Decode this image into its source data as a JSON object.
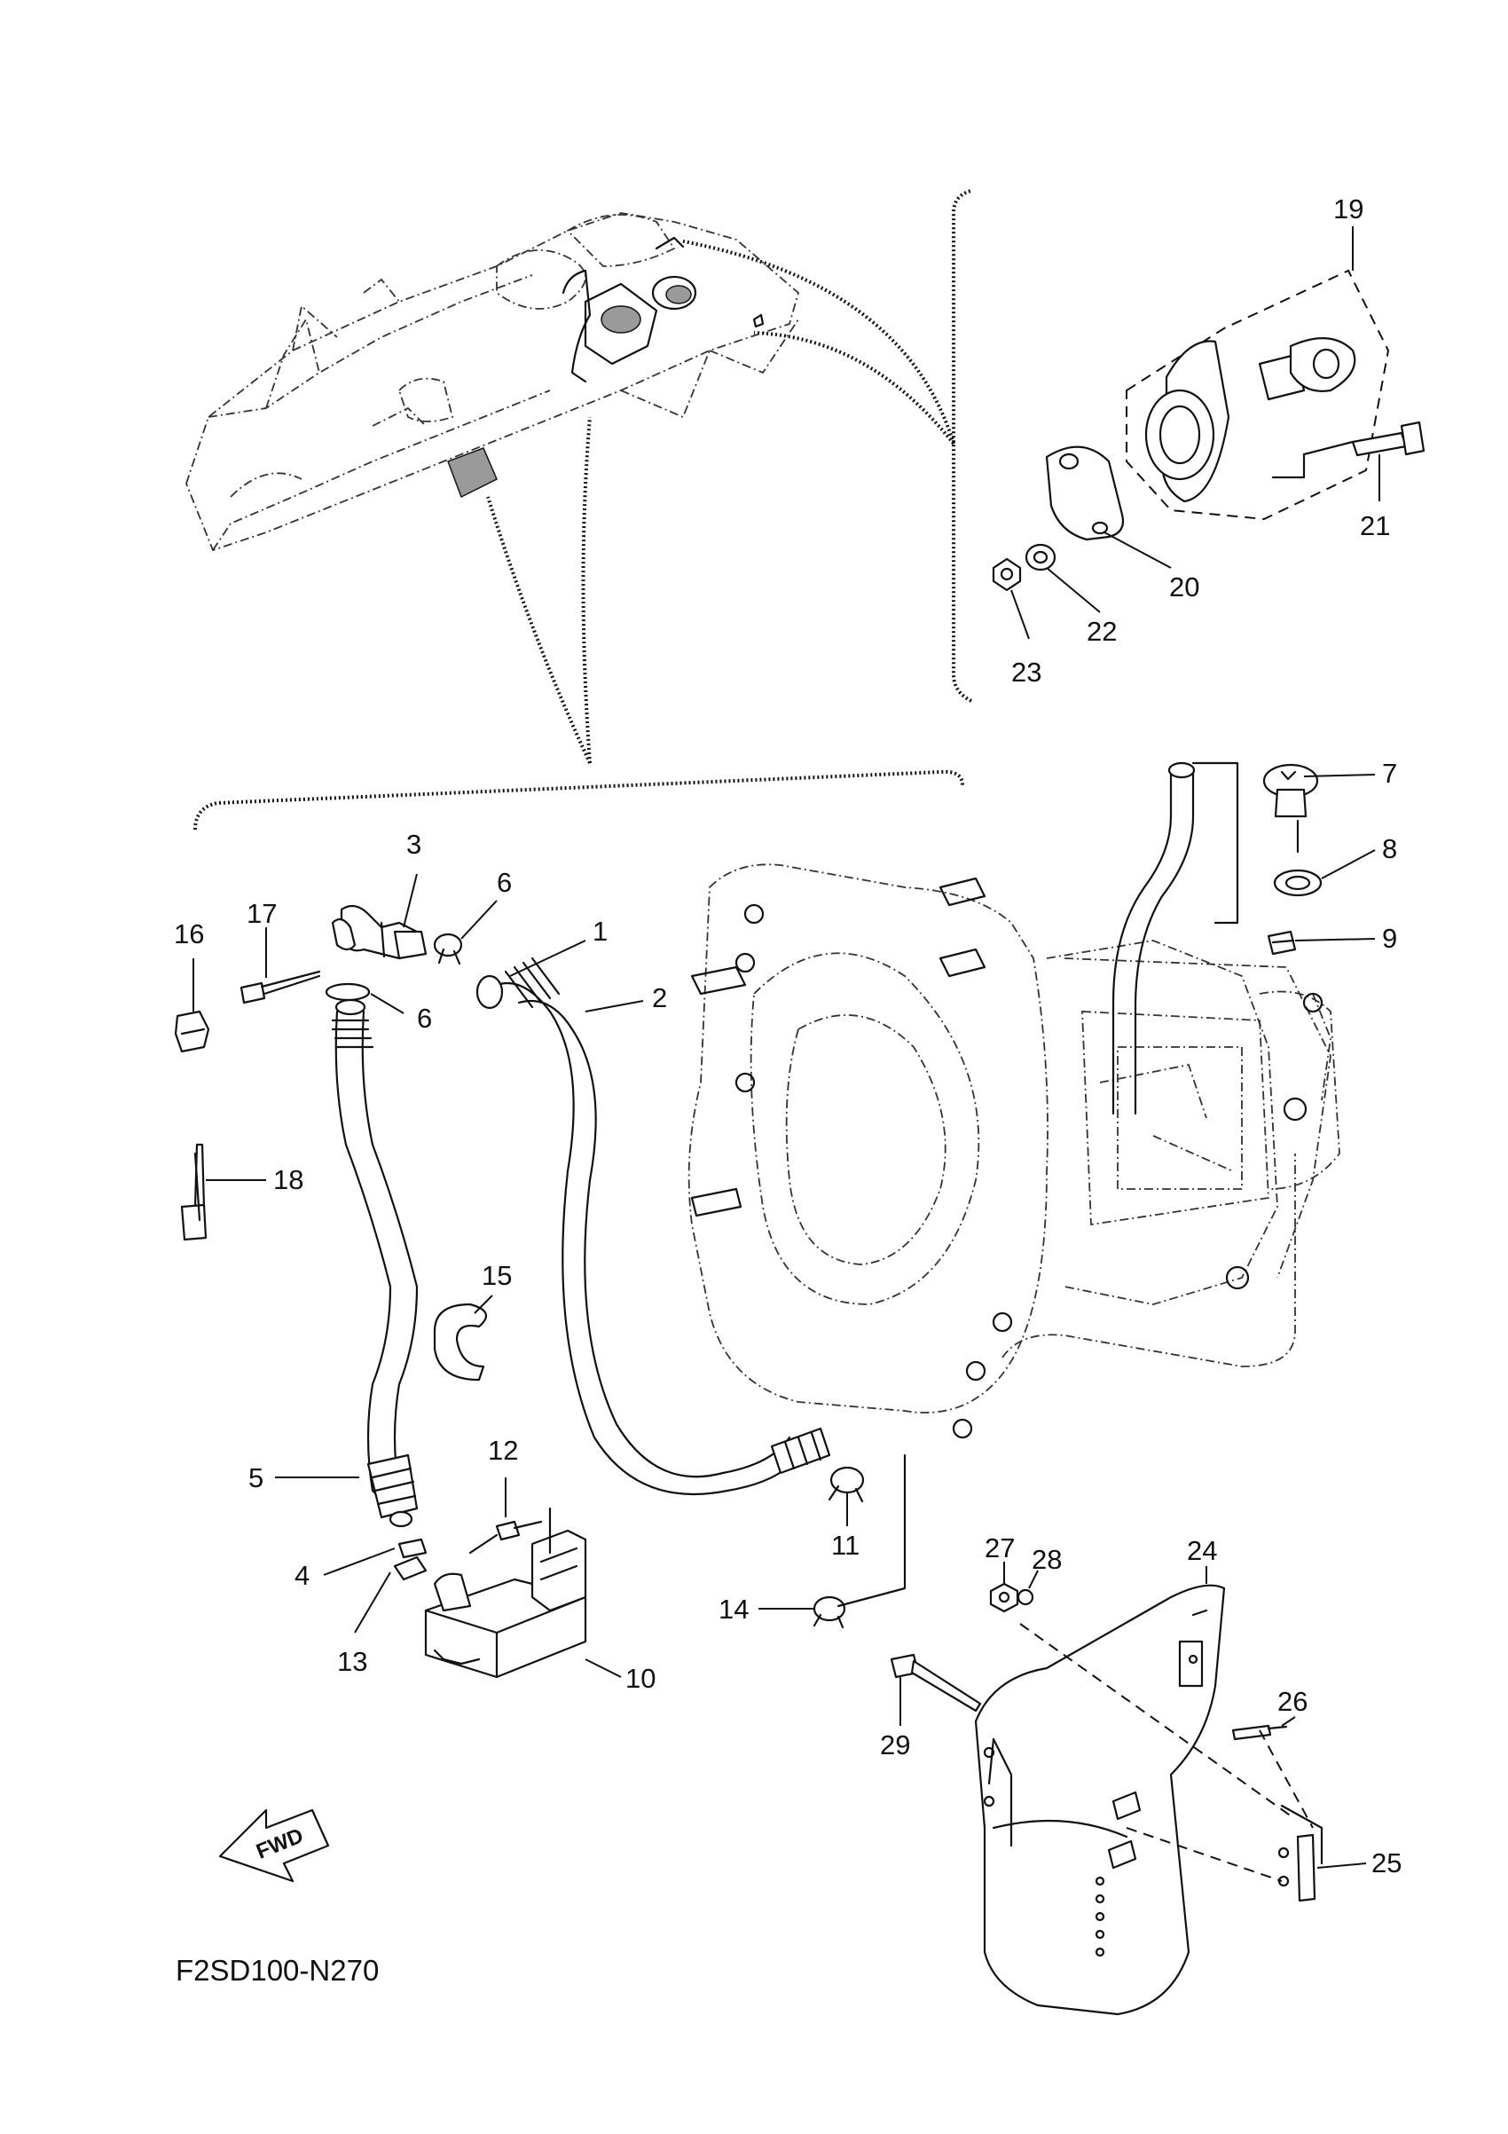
{
  "diagram_code": "F2SD100-N270",
  "fwd_label": "FWD",
  "callouts": {
    "c1": "1",
    "c2": "2",
    "c3": "3",
    "c4": "4",
    "c5": "5",
    "c6a": "6",
    "c6b": "6",
    "c7": "7",
    "c8": "8",
    "c9": "9",
    "c10": "10",
    "c11": "11",
    "c12": "12",
    "c13": "13",
    "c14": "14",
    "c15": "15",
    "c16": "16",
    "c17": "17",
    "c18": "18",
    "c19": "19",
    "c20": "20",
    "c21": "21",
    "c22": "22",
    "c23": "23",
    "c24": "24",
    "c25": "25",
    "c26": "26",
    "c27": "27",
    "c28": "28",
    "c29": "29"
  }
}
